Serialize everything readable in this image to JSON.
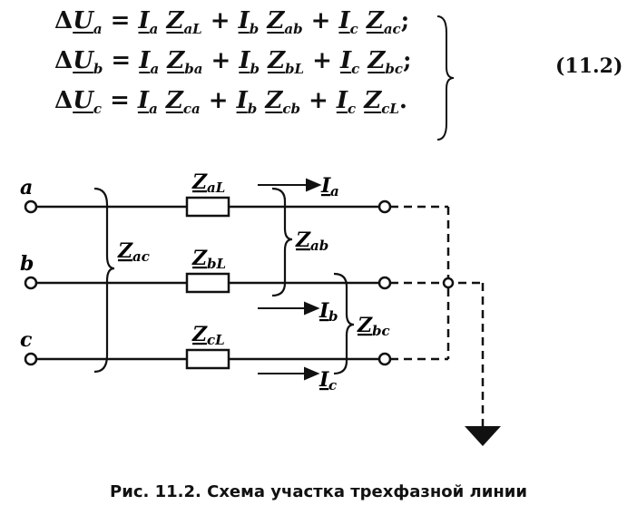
{
  "equations": [
    {
      "lhs_prefix": "Δ",
      "lhs_var": "U",
      "lhs_sub": "a",
      "terms": [
        {
          "I": "a",
          "Z": "aL"
        },
        {
          "I": "b",
          "Z": "ab"
        },
        {
          "I": "c",
          "Z": "ac"
        }
      ],
      "end": ";"
    },
    {
      "lhs_prefix": "Δ",
      "lhs_var": "U",
      "lhs_sub": "b",
      "terms": [
        {
          "I": "a",
          "Z": "ba"
        },
        {
          "I": "b",
          "Z": "bL"
        },
        {
          "I": "c",
          "Z": "bc"
        }
      ],
      "end": ";"
    },
    {
      "lhs_prefix": "Δ",
      "lhs_var": "U",
      "lhs_sub": "c",
      "terms": [
        {
          "I": "a",
          "Z": "ca"
        },
        {
          "I": "b",
          "Z": "cb"
        },
        {
          "I": "c",
          "Z": "cL"
        }
      ],
      "end": "."
    }
  ],
  "equation_number": "(11.2)",
  "circuit": {
    "phase_labels": [
      "a",
      "b",
      "c"
    ],
    "impedance_labels": [
      "Z",
      "Z",
      "Z"
    ],
    "impedance_subs": [
      "aL",
      "bL",
      "cL"
    ],
    "current_labels": [
      "I",
      "I",
      "I"
    ],
    "current_subs": [
      "a",
      "b",
      "c"
    ],
    "mutual": [
      {
        "main": "Z",
        "sub": "ac"
      },
      {
        "main": "Z",
        "sub": "ab"
      },
      {
        "main": "Z",
        "sub": "bc"
      }
    ]
  },
  "caption": "Рис. 11.2. Схема участка трехфазной линии"
}
